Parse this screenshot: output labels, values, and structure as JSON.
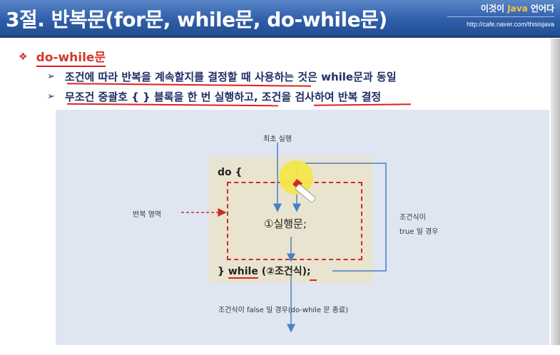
{
  "header": {
    "title": "3절. 반복문(for문, while문, do-while문)",
    "brand_prefix": "이것이 ",
    "brand_java": "Java",
    "brand_suffix": " 언어다",
    "brand_url": "http://cafe.naver.com/thisisjava"
  },
  "bullets": {
    "main": "do-while문",
    "sub1": "조건에 따라 반복을 계속할지를 결정할 때 사용하는 것은 while문과 동일",
    "sub2": "무조건 중괄호 { } 블록을 한 번 실행하고, 조건을 검사하여 반복 결정"
  },
  "diagram": {
    "first_run": "최초 실행",
    "do_label": "do {",
    "body": "①실행문;",
    "while_keyword": "while",
    "while_close": "} ",
    "while_cond": " (②조건식);",
    "loop_area": "반복 영역",
    "true_label_1": "조건식이",
    "true_label_2": "true 일 경우",
    "false_label": "조건식이 false 일 경우(do-while 문 종료)"
  },
  "colors": {
    "title_bar": "#2f5fa9",
    "accent_red": "#d0392b",
    "bullet_text": "#1f2f66",
    "panel_bg": "#dfe6f2",
    "code_box": "#e9e4cf",
    "arrow_blue": "#4a7fc6"
  },
  "icons": {
    "bullet": "diamond-bullet-icon",
    "sub_bullet": "arrowhead-bullet-icon",
    "cursor": "pen-pointer-icon"
  }
}
